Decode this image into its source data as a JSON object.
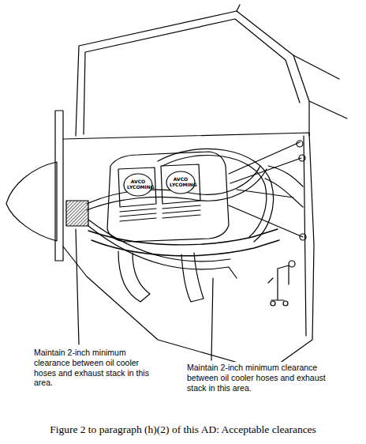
{
  "diagram": {
    "caption": "Figure 2 to paragraph (h)(2) of this AD: Acceptable clearances",
    "nodes": [
      {
        "text": [
          "AVCO LYCOMING"
        ]
      },
      {
        "text": [
          "AVCO LYCOMING"
        ]
      }
    ],
    "labels": [
      "Maintain 2-inch minimum clearance between oil cooler hoses and exhaust stack in this area.",
      "Maintain 2-inch minimum clearance between oil cooler hoses and exhaust stack in this area."
    ]
  }
}
